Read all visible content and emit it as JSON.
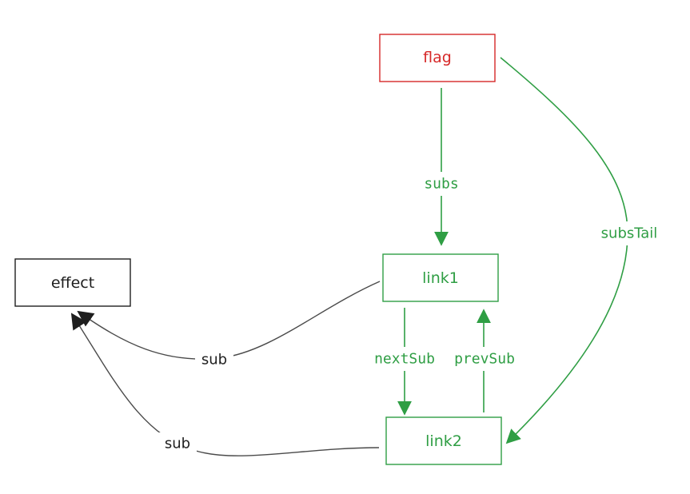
{
  "colors": {
    "red": "#d62828",
    "green": "#2f9e44",
    "black": "#1e1e1e",
    "gray": "#4a4a4a"
  },
  "nodes": {
    "flag": {
      "label": "flag"
    },
    "link1": {
      "label": "link1"
    },
    "link2": {
      "label": "link2"
    },
    "effect": {
      "label": "effect"
    }
  },
  "edges": {
    "subs": {
      "label": "subs"
    },
    "subs_tail": {
      "label": "subsTail"
    },
    "next_sub": {
      "label": "nextSub"
    },
    "prev_sub": {
      "label": "prevSub"
    },
    "link1_sub": {
      "label": "sub"
    },
    "link2_sub": {
      "label": "sub"
    }
  }
}
